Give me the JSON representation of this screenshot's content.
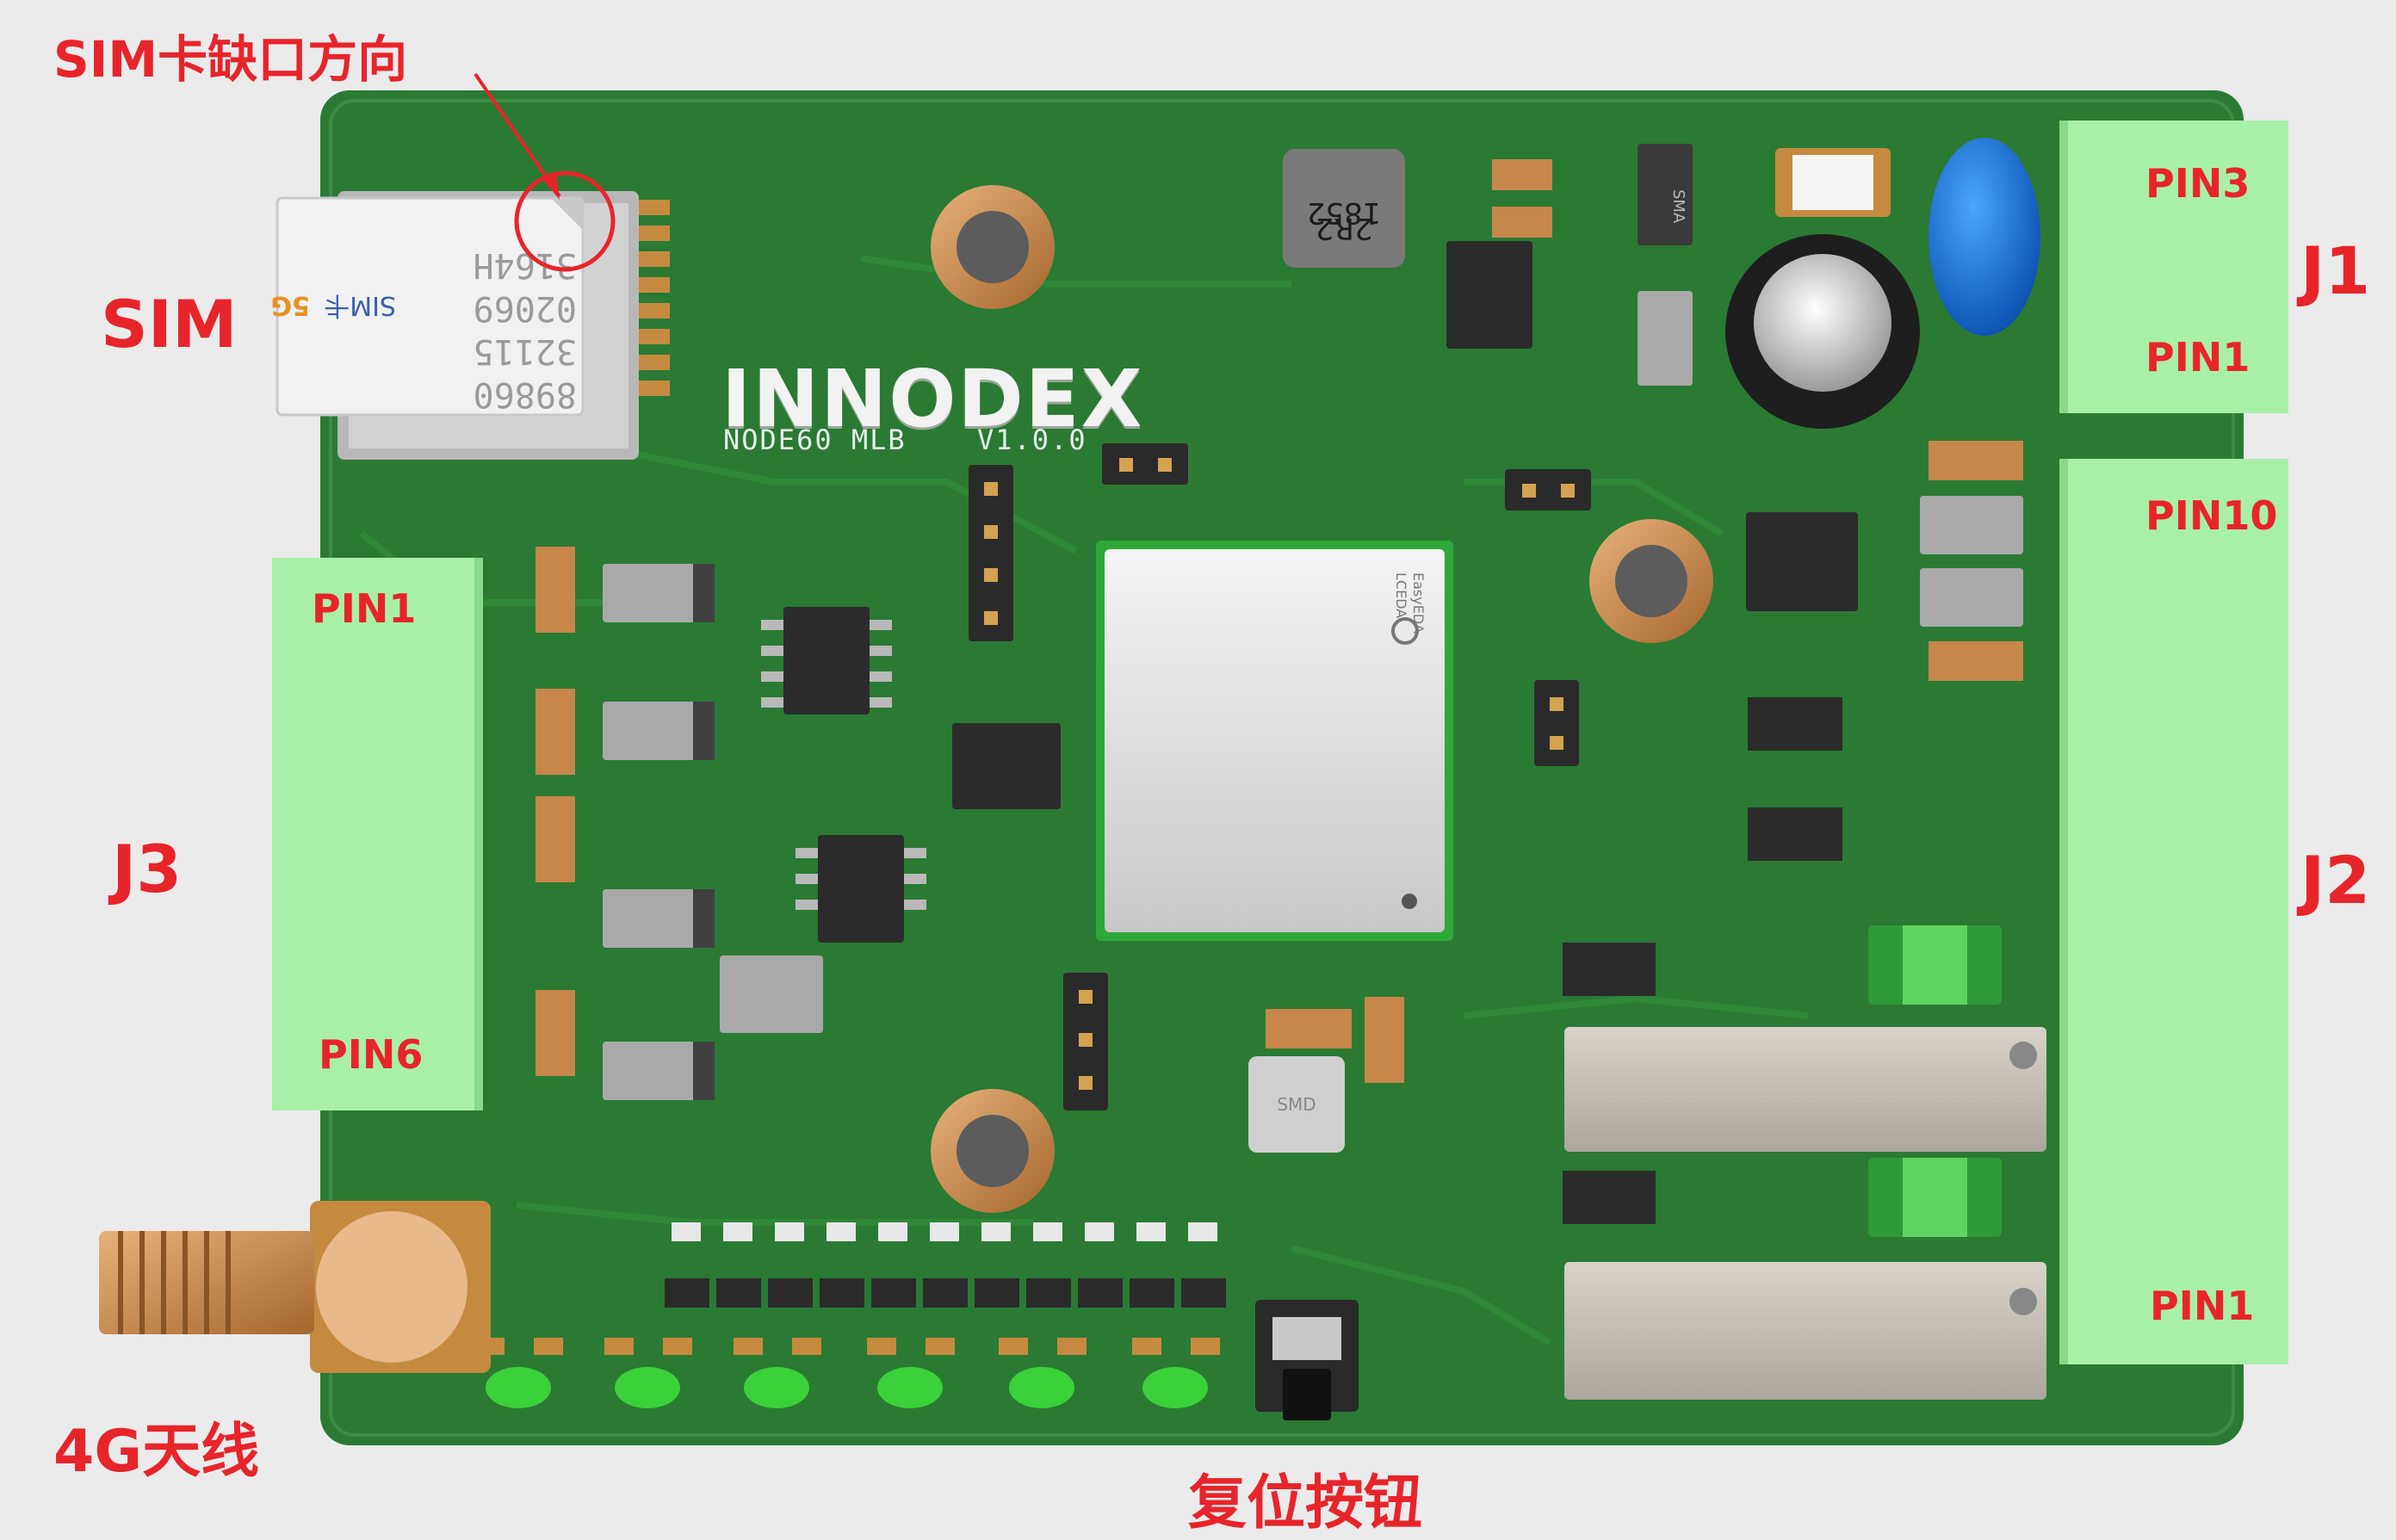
{
  "board": {
    "logo": "INNODEX",
    "model": "NODE60 MLB",
    "version": "V1.0.0",
    "module_marking_1": "LCEDA",
    "module_marking_2": "EasyEDA",
    "inductor_marking": "SMD",
    "diode_marking": "SMA",
    "coil_marking_1": "2R2",
    "coil_marking_2": "1852",
    "sim_card_lines": [
      "89860",
      "32115",
      "02069",
      "3164H"
    ],
    "sim_card_brand": "SIM卡",
    "sim_card_5g": "5G"
  },
  "annotations": {
    "sim_notch": "SIM卡缺口方向",
    "sim": "SIM",
    "antenna": "4G天线",
    "reset": "复位按钮",
    "j1": "J1",
    "j2": "J2",
    "j3": "J3"
  },
  "connectors": {
    "j1": {
      "top": "PIN3",
      "bottom": "PIN1"
    },
    "j2": {
      "top": "PIN10",
      "bottom": "PIN1"
    },
    "j3": {
      "top": "PIN1",
      "bottom": "PIN6"
    }
  },
  "colors": {
    "pcb": "#2a7a33",
    "terminal": "#a8f0a8",
    "annotation": "#e8242b",
    "led": "#3ad13a",
    "copper": "#c58a3f"
  }
}
